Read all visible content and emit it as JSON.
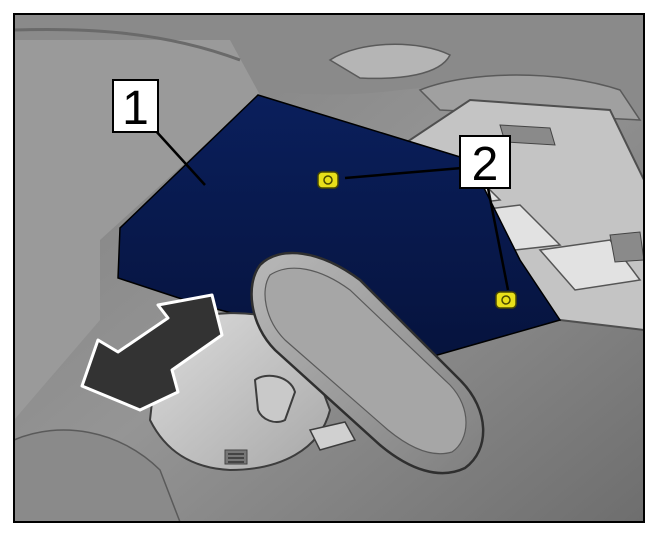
{
  "callouts": [
    {
      "id": "1",
      "label": "1"
    },
    {
      "id": "2",
      "label": "2"
    }
  ],
  "colors": {
    "highlight_panel": "#0a1f5c",
    "highlight_panel_dark": "#06133d",
    "clip_yellow": "#e8e01a",
    "frame": "#000000",
    "label_background": "#ffffff",
    "body_gray": "#8e8e8e",
    "arrow_fill": "#333333"
  },
  "icons": {
    "direction_arrow": "arrow-down-left-icon",
    "clip": "clip-icon"
  }
}
